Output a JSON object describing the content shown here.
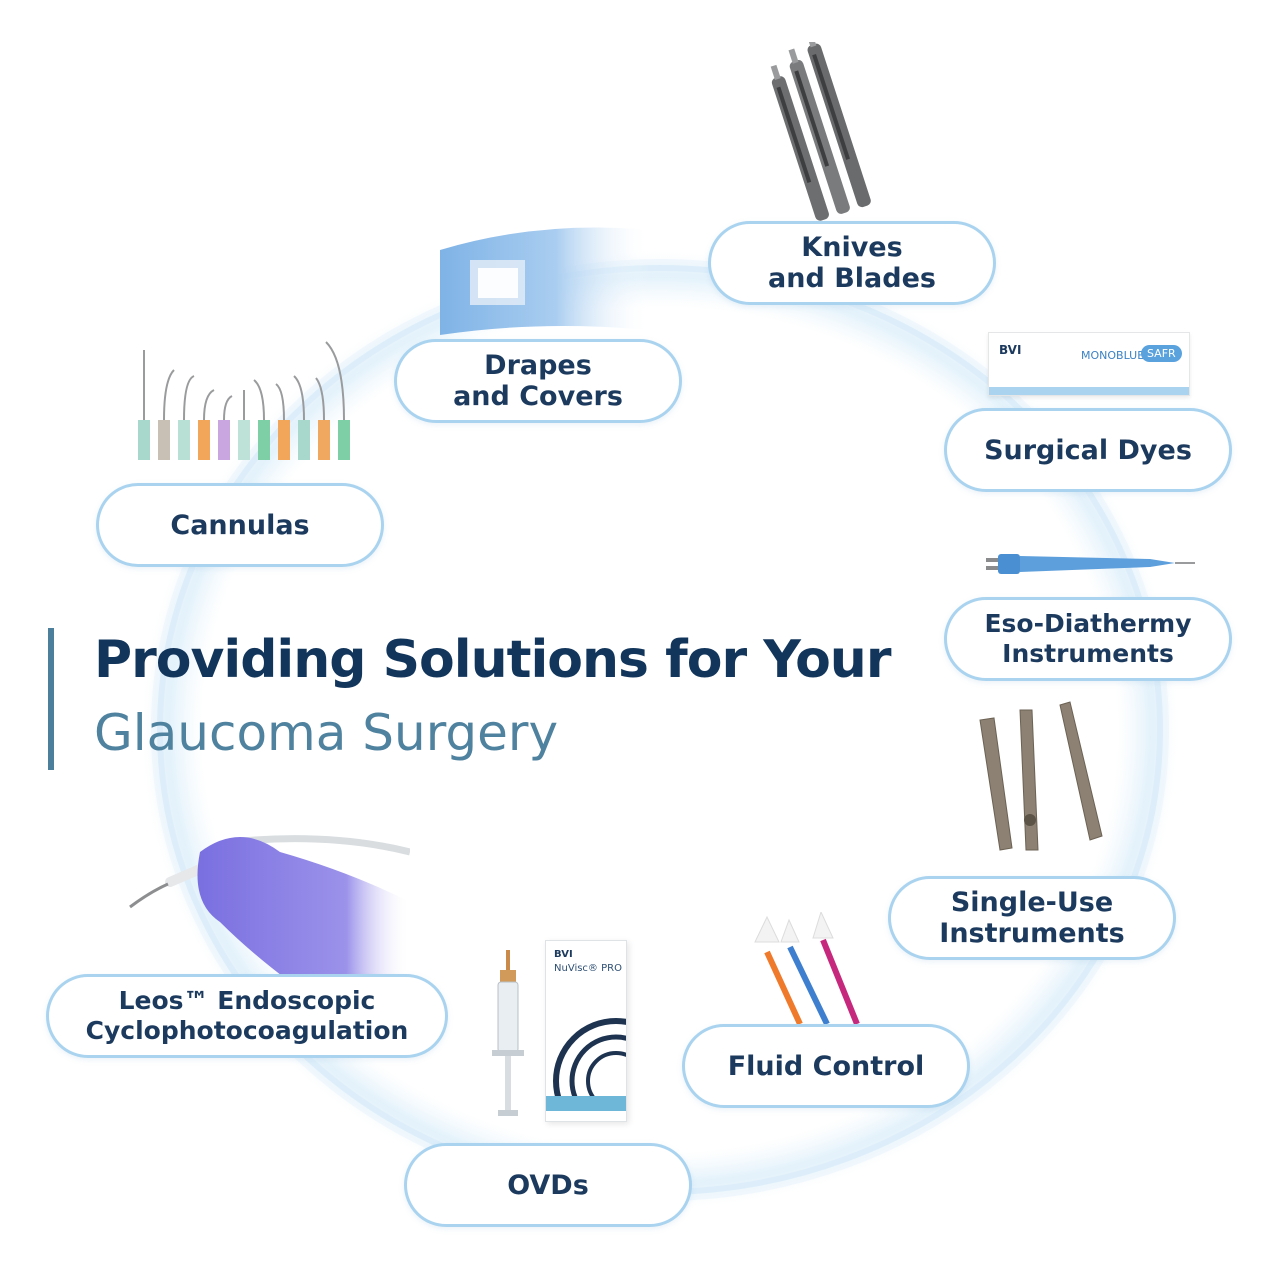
{
  "heading": {
    "line1": "Providing Solutions for Your",
    "line2": "Glaucoma Surgery"
  },
  "categories": [
    {
      "id": "knives",
      "lines": [
        "Knives",
        "and Blades"
      ]
    },
    {
      "id": "surgical-dyes",
      "lines": [
        "Surgical Dyes"
      ]
    },
    {
      "id": "eso-diathermy",
      "lines": [
        "Eso-Diathermy",
        "Instruments"
      ]
    },
    {
      "id": "single-use",
      "lines": [
        "Single-Use",
        "Instruments"
      ]
    },
    {
      "id": "fluid-control",
      "lines": [
        "Fluid Control"
      ]
    },
    {
      "id": "ovds",
      "lines": [
        "OVDs"
      ]
    },
    {
      "id": "leos",
      "lines": [
        "Leos™ Endoscopic",
        "Cyclophotocoagulation"
      ]
    },
    {
      "id": "cannulas",
      "lines": [
        "Cannulas"
      ]
    },
    {
      "id": "drapes",
      "lines": [
        "Drapes",
        "and Covers"
      ]
    }
  ],
  "product_labels": {
    "dye_box_brand": "BVI",
    "dye_box_name": "MONOBLUE",
    "dye_box_badge": "SAFR",
    "ovd_box_brand": "BVI",
    "ovd_box_name": "NuVisc® PRO"
  },
  "colors": {
    "heading_primary": "#12355b",
    "heading_secondary": "#4f829f",
    "pill_border": "#a9d3ef",
    "pill_text": "#1c3a5e",
    "ring": "#cfe7f7"
  }
}
